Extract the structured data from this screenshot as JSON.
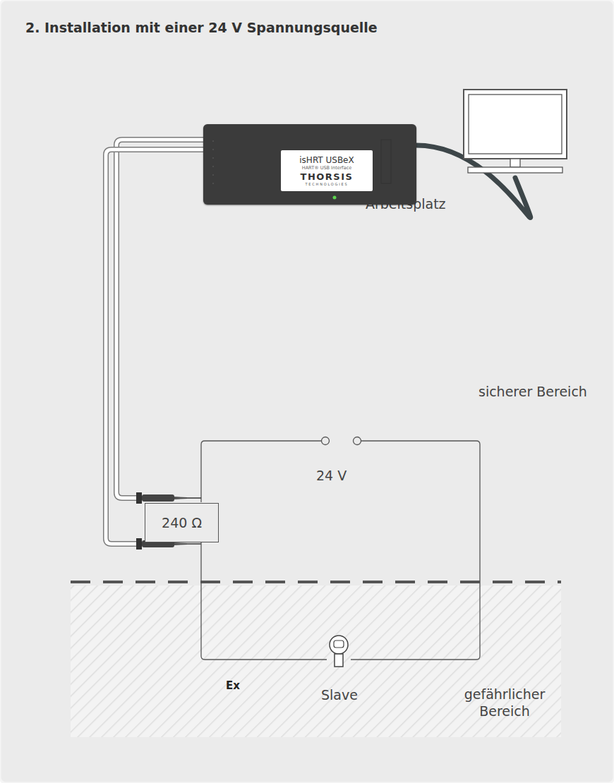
{
  "diagram": {
    "title": "2. Installation mit einer 24 V Spannungsquelle",
    "nodes": [
      {
        "text": [
          "Arbeitsplatz"
        ]
      },
      {
        "text": [
          "isHRT USBeX",
          "HART® USB Interface",
          "THORSIS",
          "TECHNOLOGIES"
        ]
      },
      {
        "text": [
          "240 Ω"
        ]
      },
      {
        "text": [
          "gefährlicher Bereich"
        ]
      },
      {
        "text": [
          "Slave"
        ],
        "in": 3
      }
    ],
    "edges": [
      {
        "from": 0,
        "to": 1,
        "arrow": "none"
      },
      {
        "from": 1,
        "to": 2,
        "arrow": "none"
      },
      {
        "from": 1,
        "to": 2,
        "arrow": "none"
      },
      {
        "from": 2,
        "to": 4,
        "arrow": "none"
      }
    ],
    "labels": [
      "sicherer Bereich",
      "24 V",
      "Ex"
    ]
  }
}
